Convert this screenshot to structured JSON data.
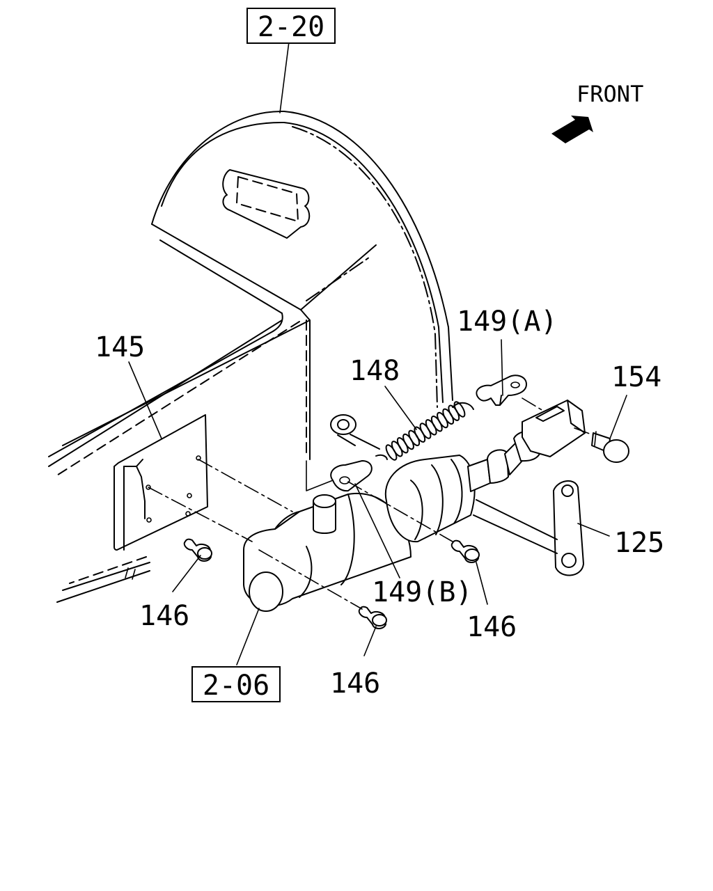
{
  "diagram": {
    "direction_label": "FRONT",
    "references": {
      "top": "2-20",
      "bottom": "2-06"
    },
    "parts": {
      "p145": "145",
      "p148": "148",
      "p149a": "149(A)",
      "p154": "154",
      "p125": "125",
      "p146_left": "146",
      "p146_right": "146",
      "p146_bottom": "146",
      "p149b": "149(B)"
    }
  }
}
